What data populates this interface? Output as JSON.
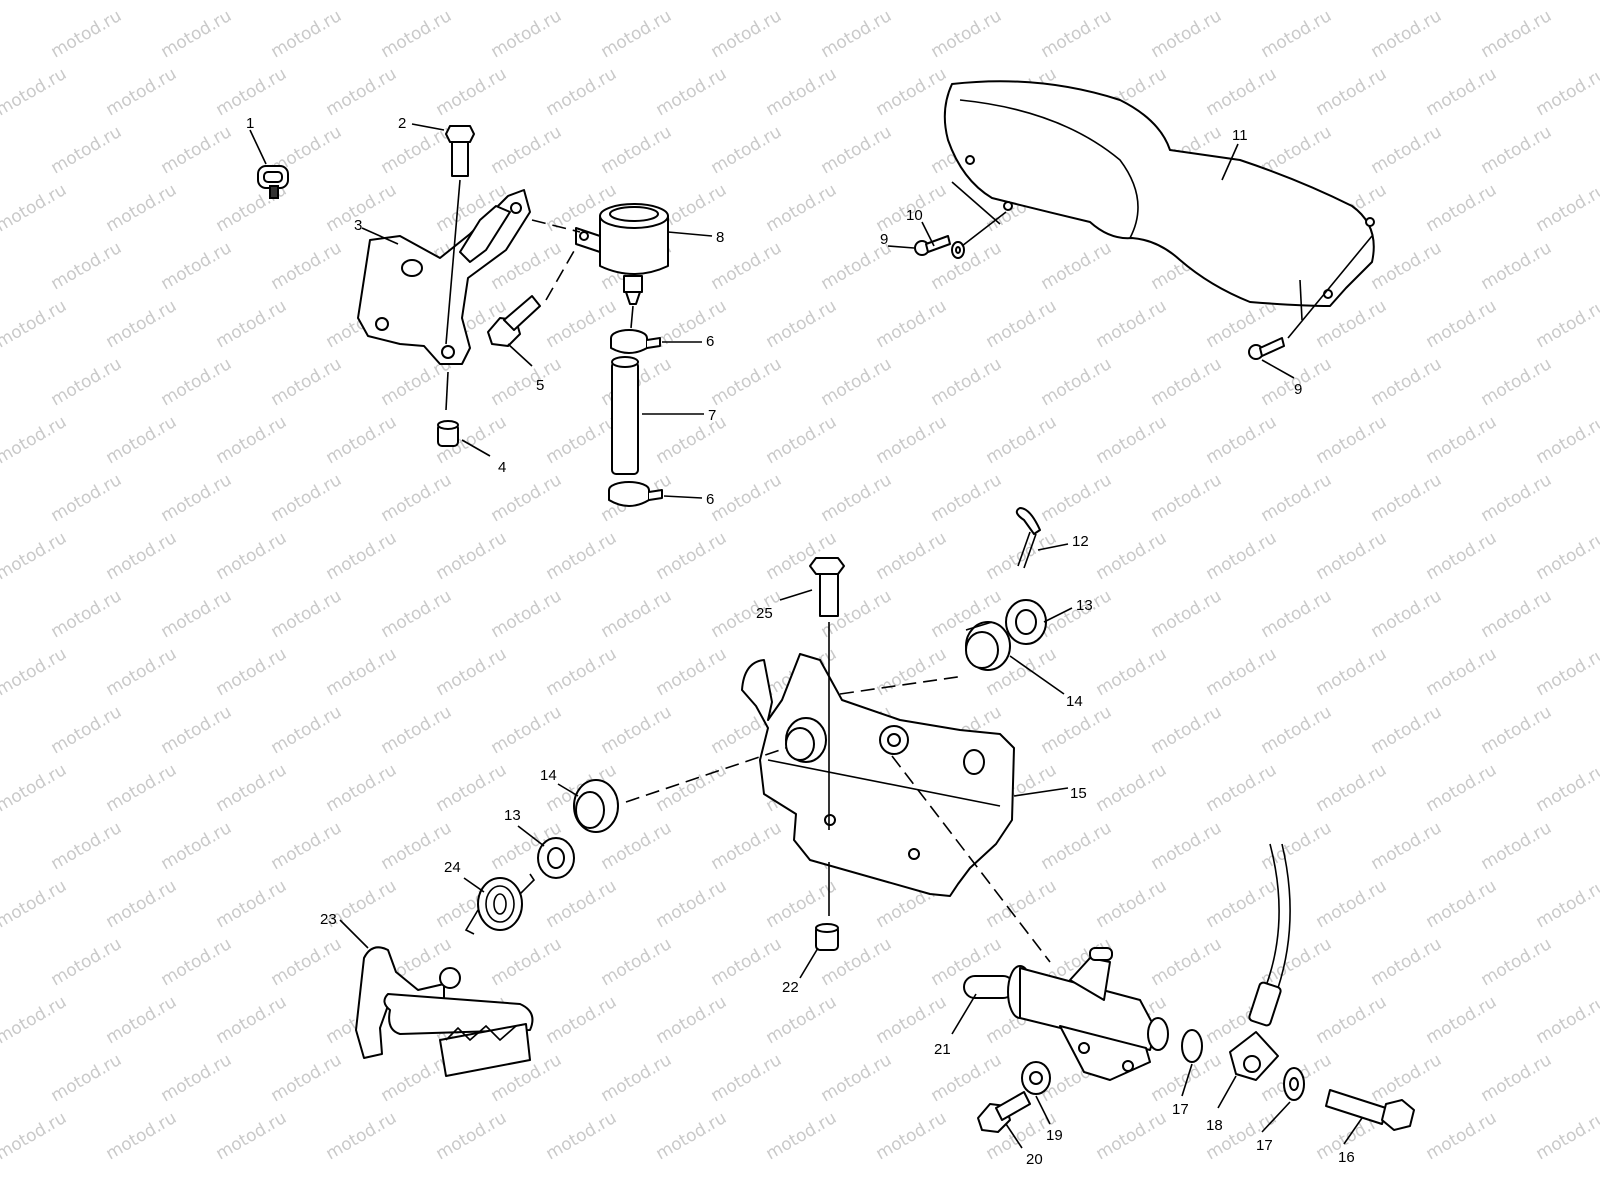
{
  "watermark": {
    "text": "motod.ru",
    "color": "#c9c9c9"
  },
  "callouts": [
    {
      "id": "c1",
      "text": "1"
    },
    {
      "id": "c2",
      "text": "2"
    },
    {
      "id": "c3",
      "text": "3"
    },
    {
      "id": "c4",
      "text": "4"
    },
    {
      "id": "c5",
      "text": "5"
    },
    {
      "id": "c6a",
      "text": "6"
    },
    {
      "id": "c6b",
      "text": "6"
    },
    {
      "id": "c7",
      "text": "7"
    },
    {
      "id": "c8",
      "text": "8"
    },
    {
      "id": "c9a",
      "text": "9"
    },
    {
      "id": "c9b",
      "text": "9"
    },
    {
      "id": "c10",
      "text": "10"
    },
    {
      "id": "c11",
      "text": "11"
    },
    {
      "id": "c12",
      "text": "12"
    },
    {
      "id": "c13a",
      "text": "13"
    },
    {
      "id": "c13b",
      "text": "13"
    },
    {
      "id": "c14a",
      "text": "14"
    },
    {
      "id": "c14b",
      "text": "14"
    },
    {
      "id": "c15",
      "text": "15"
    },
    {
      "id": "c16",
      "text": "16"
    },
    {
      "id": "c17a",
      "text": "17"
    },
    {
      "id": "c17b",
      "text": "17"
    },
    {
      "id": "c18",
      "text": "18"
    },
    {
      "id": "c19",
      "text": "19"
    },
    {
      "id": "c20",
      "text": "20"
    },
    {
      "id": "c21",
      "text": "21"
    },
    {
      "id": "c22",
      "text": "22"
    },
    {
      "id": "c23",
      "text": "23"
    },
    {
      "id": "c24",
      "text": "24"
    },
    {
      "id": "c25",
      "text": "25"
    }
  ]
}
